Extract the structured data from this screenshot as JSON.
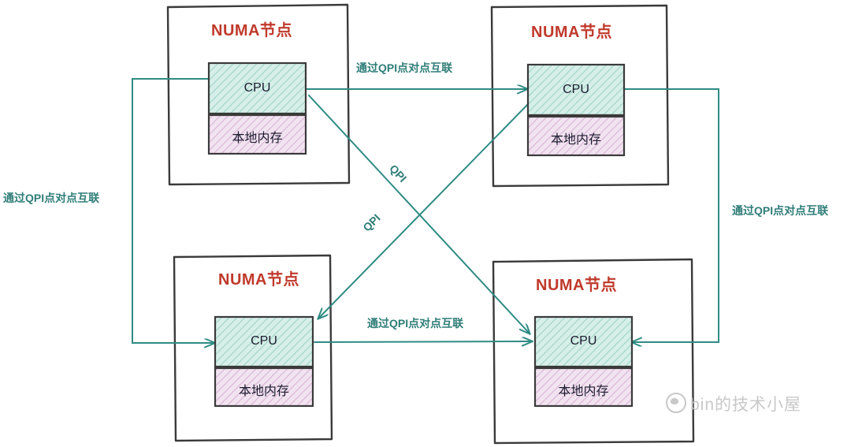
{
  "diagram": {
    "title": "NUMA architecture QPI interconnect diagram",
    "colors": {
      "node_title": "#c0392b",
      "cpu_fill": "#cdebe3",
      "cpu_hatch": "#9fd3c7",
      "memory_fill": "#efdcee",
      "memory_hatch": "#d5b3d3",
      "link": "#2e8b84",
      "frame": "#3a3a3a",
      "watermark": "#c8c8c8"
    },
    "nodes": [
      {
        "id": "node-top-left",
        "title": "NUMA节点",
        "cpu_label": "CPU",
        "memory_label": "本地内存"
      },
      {
        "id": "node-top-right",
        "title": "NUMA节点",
        "cpu_label": "CPU",
        "memory_label": "本地内存"
      },
      {
        "id": "node-bottom-left",
        "title": "NUMA节点",
        "cpu_label": "CPU",
        "memory_label": "本地内存"
      },
      {
        "id": "node-bottom-right",
        "title": "NUMA节点",
        "cpu_label": "CPU",
        "memory_label": "本地内存"
      }
    ],
    "links": [
      {
        "id": "link-top",
        "label": "通过QPI点对点互联",
        "from": "node-top-left",
        "to": "node-top-right"
      },
      {
        "id": "link-bottom",
        "label": "通过QPI点对点互联",
        "from": "node-bottom-left",
        "to": "node-bottom-right"
      },
      {
        "id": "link-left",
        "label": "通过QPI点对点互联",
        "from": "node-top-left",
        "to": "node-bottom-left"
      },
      {
        "id": "link-right",
        "label": "通过QPI点对点互联",
        "from": "node-top-right",
        "to": "node-bottom-right"
      },
      {
        "id": "link-diagonal-a",
        "label": "QPI",
        "from": "node-top-left",
        "to": "node-bottom-right"
      },
      {
        "id": "link-diagonal-b",
        "label": "QPI",
        "from": "node-top-right",
        "to": "node-bottom-left"
      }
    ],
    "watermark": {
      "text": "bin的技术小屋",
      "logo": "chat-bubble-icon"
    }
  }
}
